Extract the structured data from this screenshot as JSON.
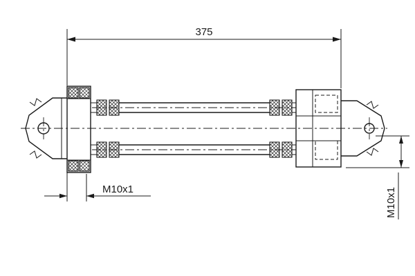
{
  "meta": {
    "type": "technical-drawing-brake-hose",
    "background_color": "#ffffff",
    "line_color": "#1a1a1a"
  },
  "labels": {
    "overall_length": "375",
    "thread_bottom": "M10x1",
    "thread_right": "M10x1"
  }
}
